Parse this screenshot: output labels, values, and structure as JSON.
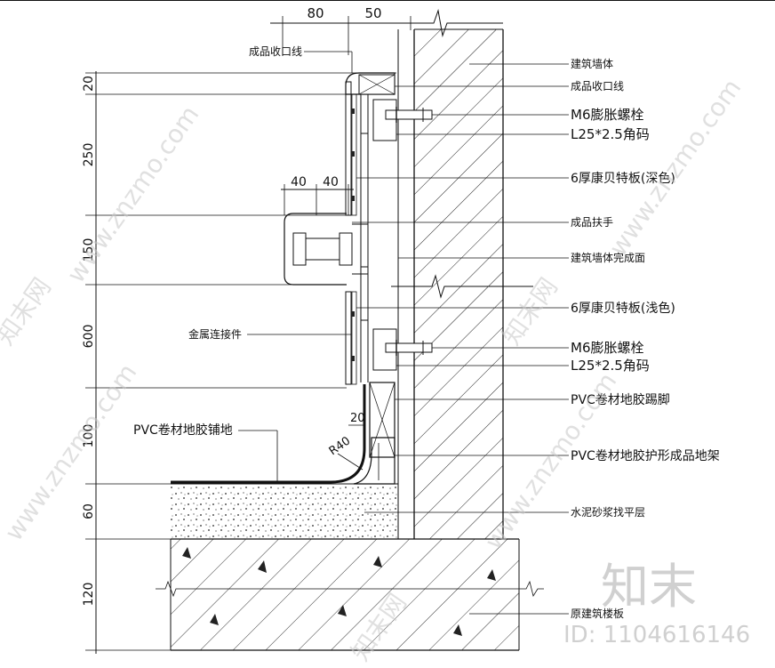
{
  "dims_top": [
    "80",
    "50"
  ],
  "dims_mid": [
    "40",
    "40"
  ],
  "dims_left": [
    "20",
    "250",
    "150",
    "600",
    "100",
    "60",
    "120"
  ],
  "dims_fillet": [
    "20",
    "R40"
  ],
  "left_labels": {
    "trim_top": "成品收口线",
    "metal_connector": "金属连接件",
    "pvc_floor": "PVC卷材地胶铺地"
  },
  "right_labels": [
    "建筑墙体",
    "成品收口线",
    "M6膨胀螺栓",
    "L25*2.5角码",
    "6厚康贝特板(深色)",
    "成品扶手",
    "建筑墙体完成面",
    "6厚康贝特板(浅色)",
    "M6膨胀螺栓",
    "L25*2.5角码",
    "PVC卷材地胶踢脚",
    "PVC卷材地胶护形成品地架",
    "水泥砂浆找平层",
    "原建筑楼板"
  ],
  "watermark": {
    "brand_cn": "知末",
    "id_text": "ID: 1104616146",
    "site_text": "www.znzmo.com",
    "site_cn": "知末网"
  }
}
